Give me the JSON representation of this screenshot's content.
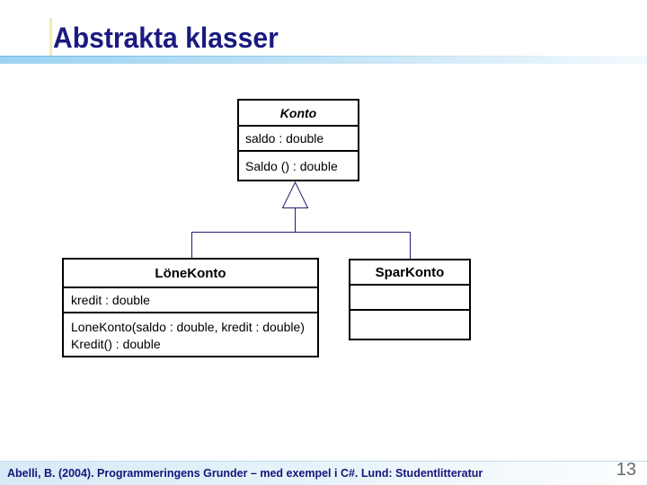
{
  "slide": {
    "title": "Abstrakta klasser",
    "page_number": "13",
    "footer_citation": "Abelli, B. (2004). Programmeringens Grunder – med exempel i C#. Lund: Studentlitteratur"
  },
  "diagram": {
    "type": "uml-class-diagram",
    "relationship": "inheritance",
    "konto": {
      "name": "Konto",
      "abstract": "true",
      "attribute": "saldo : double",
      "method": "Saldo () : double"
    },
    "lonekonto": {
      "name": "LöneKonto",
      "attribute": "kredit : double",
      "method_1": "LoneKonto(saldo : double, kredit : double)",
      "method_2": "Kredit() : double"
    },
    "sparkonto": {
      "name": "SparKonto",
      "attribute": "",
      "method": ""
    }
  },
  "colors": {
    "title_text": "#1a1a80",
    "accent_bar_blue": "#9cd3f1",
    "yellow_accent": "#ece492",
    "connector_navy": "#1f1f70",
    "box_border": "#000000",
    "footer_text": "#15157a",
    "page_number_gray": "#696969"
  }
}
